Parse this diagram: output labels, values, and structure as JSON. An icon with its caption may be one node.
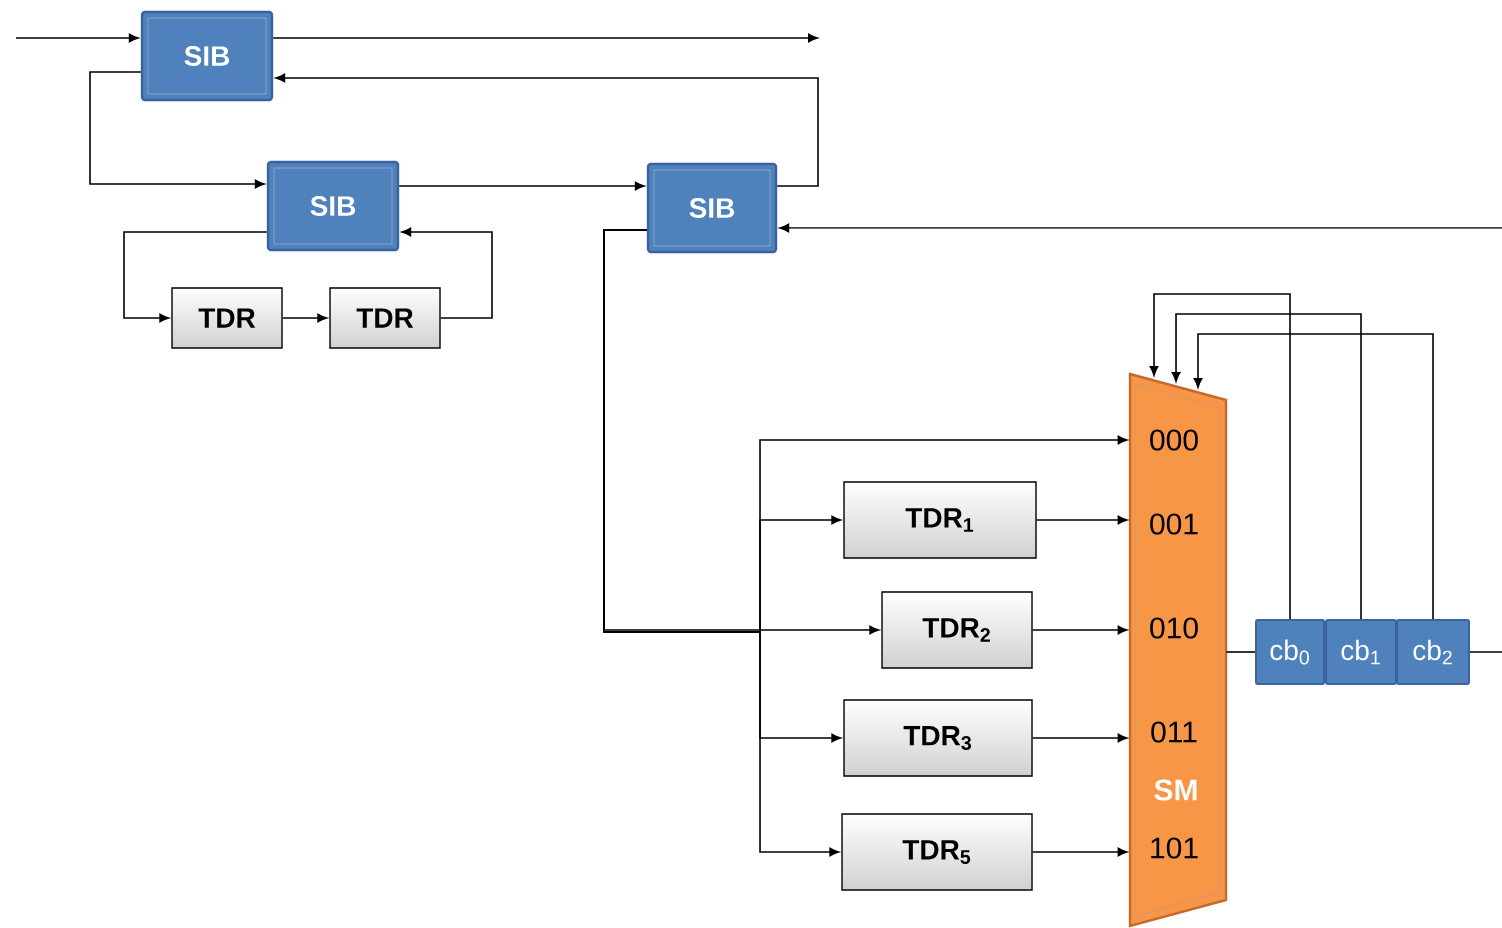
{
  "diagram": {
    "nodes": [
      {
        "text": [
          "SIB"
        ]
      },
      {
        "text": [
          "SIB"
        ]
      },
      {
        "text": [
          "TDR"
        ]
      },
      {
        "text": [
          "TDR"
        ]
      },
      {
        "text": [
          "SIB"
        ]
      },
      {
        "text": [
          "000",
          "001",
          "010",
          "011",
          "SM",
          "101"
        ]
      },
      {
        "text": [
          "TDR$_{1}$"
        ]
      },
      {
        "text": [
          "TDR$_{2}$"
        ]
      },
      {
        "text": [
          "TDR$_{3}$"
        ]
      },
      {
        "text": [
          "TDR$_{5}$"
        ]
      },
      {
        "text": [
          "cb$_{0}$"
        ]
      },
      {
        "text": [
          "cb$_{1}$"
        ]
      },
      {
        "text": [
          "cb$_{2}$"
        ]
      }
    ],
    "edges": [
      {
        "from": null,
        "to": 0,
        "arrow": "to"
      },
      {
        "from": 0,
        "to": null,
        "arrow": "to"
      },
      {
        "from": 0,
        "to": 1,
        "arrow": "to"
      },
      {
        "from": 1,
        "to": 4,
        "arrow": "to"
      },
      {
        "from": 4,
        "to": 0,
        "arrow": "to"
      },
      {
        "from": 1,
        "to": 2,
        "arrow": "to"
      },
      {
        "from": 2,
        "to": 3,
        "arrow": "to"
      },
      {
        "from": 3,
        "to": 1,
        "arrow": "to"
      },
      {
        "from": null,
        "to": 4,
        "arrow": "to"
      },
      {
        "from": 4,
        "to": 5,
        "arrow": "to"
      },
      {
        "from": 4,
        "to": 6,
        "arrow": "to"
      },
      {
        "from": 4,
        "to": 7,
        "arrow": "to"
      },
      {
        "from": 4,
        "to": 8,
        "arrow": "to"
      },
      {
        "from": 4,
        "to": 9,
        "arrow": "to"
      },
      {
        "from": 6,
        "to": 5,
        "arrow": "to"
      },
      {
        "from": 7,
        "to": 5,
        "arrow": "to"
      },
      {
        "from": 8,
        "to": 5,
        "arrow": "to"
      },
      {
        "from": 9,
        "to": 5,
        "arrow": "to"
      },
      {
        "from": 5,
        "to": 10,
        "arrow": "none"
      },
      {
        "from": 12,
        "to": null,
        "arrow": "none"
      },
      {
        "from": 10,
        "to": 5,
        "arrow": "to"
      },
      {
        "from": 11,
        "to": 5,
        "arrow": "to"
      },
      {
        "from": 12,
        "to": 5,
        "arrow": "to"
      }
    ]
  }
}
